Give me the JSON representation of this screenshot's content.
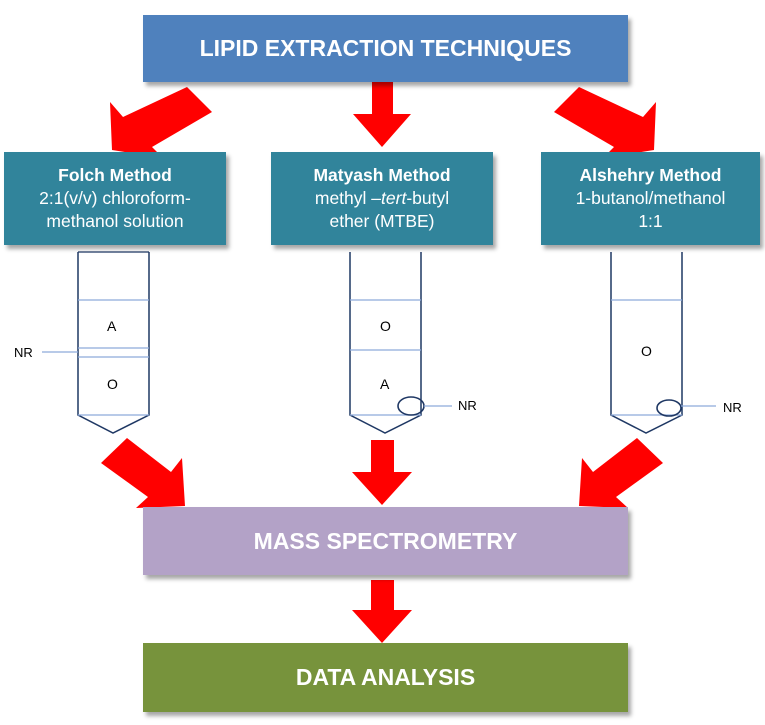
{
  "colors": {
    "top_box": "#4f81bd",
    "method_box": "#31849b",
    "mass_box": "#b3a2c7",
    "data_box": "#77933c",
    "arrow": "#ff0000",
    "tube_line": "#1f3864",
    "layer_line": "#8eaadb"
  },
  "top": {
    "title": "LIPID EXTRACTION TECHNIQUES"
  },
  "methods": [
    {
      "name": "Folch Method",
      "line1": "2:1(v/v) chloroform-",
      "line2": "methanol solution",
      "tube": {
        "top_layer": "A",
        "bottom_layer": "O",
        "nr_label": "NR"
      }
    },
    {
      "name": "Matyash Method",
      "line1_pre": "methyl –",
      "line1_italic": "tert",
      "line1_post": "-butyl",
      "line2": "ether (MTBE)",
      "tube": {
        "top_layer": "O",
        "bottom_layer": "A",
        "nr_label": "NR"
      }
    },
    {
      "name": "Alshehry Method",
      "line1": "1-butanol/methanol",
      "line2": "1:1",
      "tube": {
        "layer": "O",
        "nr_label": "NR"
      }
    }
  ],
  "mass": {
    "title": "MASS SPECTROMETRY"
  },
  "data_analysis": {
    "title": "DATA ANALYSIS"
  }
}
